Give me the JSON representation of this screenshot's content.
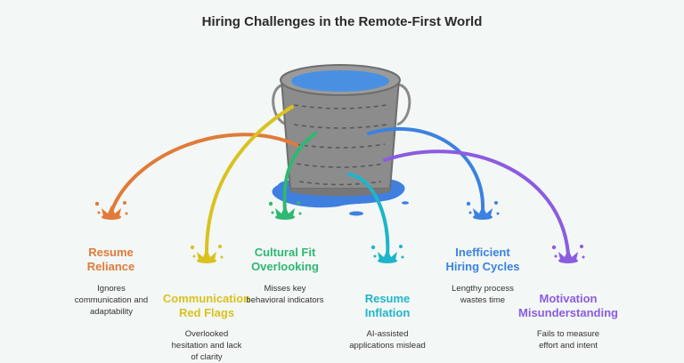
{
  "title": "Hiring Challenges in the Remote-First World",
  "items": [
    {
      "label": "Resume\nReliance",
      "desc": "Ignores\ncommunication and\nadaptability",
      "color": "#e07b39"
    },
    {
      "label": "Communication\nRed Flags",
      "desc": "Overlooked\nhesitation and lack\nof clarity",
      "color": "#d9c21f"
    },
    {
      "label": "Cultural Fit\nOverlooking",
      "desc": "Misses key\nbehavioral indicators",
      "color": "#2eb872"
    },
    {
      "label": "Resume\nInflation",
      "desc": "AI-assisted\napplications mislead",
      "color": "#1fb5c9"
    },
    {
      "label": "Inefficient\nHiring Cycles",
      "desc": "Lengthy process\nwastes time",
      "color": "#3b82e0"
    },
    {
      "label": "Motivation\nMisunderstanding",
      "desc": "Fails to measure\neffort and intent",
      "color": "#8b5ce0"
    }
  ]
}
